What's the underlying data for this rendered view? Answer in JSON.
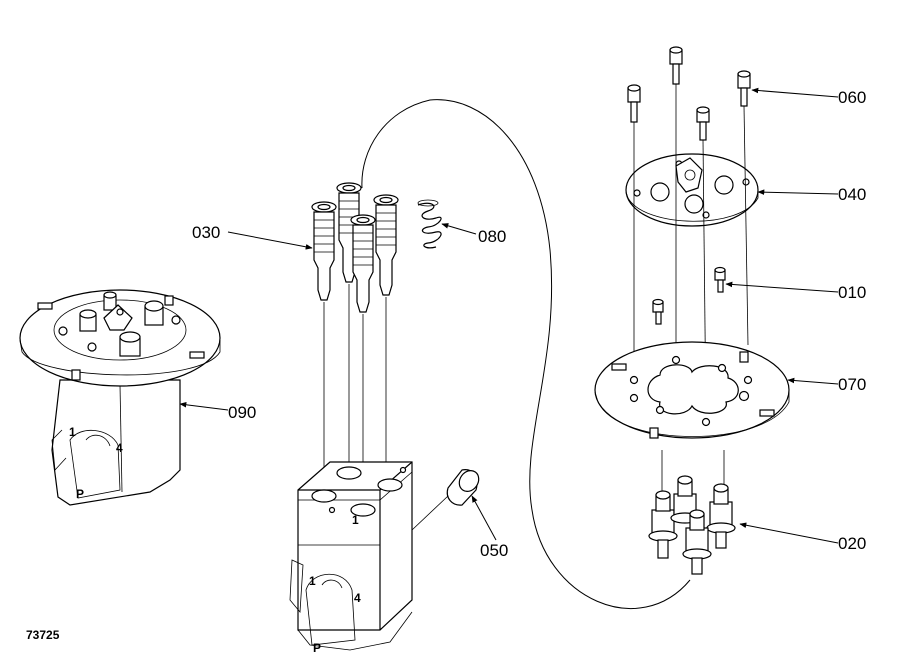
{
  "callouts": {
    "c010": "010",
    "c020": "020",
    "c030": "030",
    "c040": "040",
    "c050": "050",
    "c060": "060",
    "c070": "070",
    "c080": "080",
    "c090": "090"
  },
  "drawing_number": "73725",
  "port_marks": {
    "one": "1",
    "four": "4",
    "p": "P"
  }
}
